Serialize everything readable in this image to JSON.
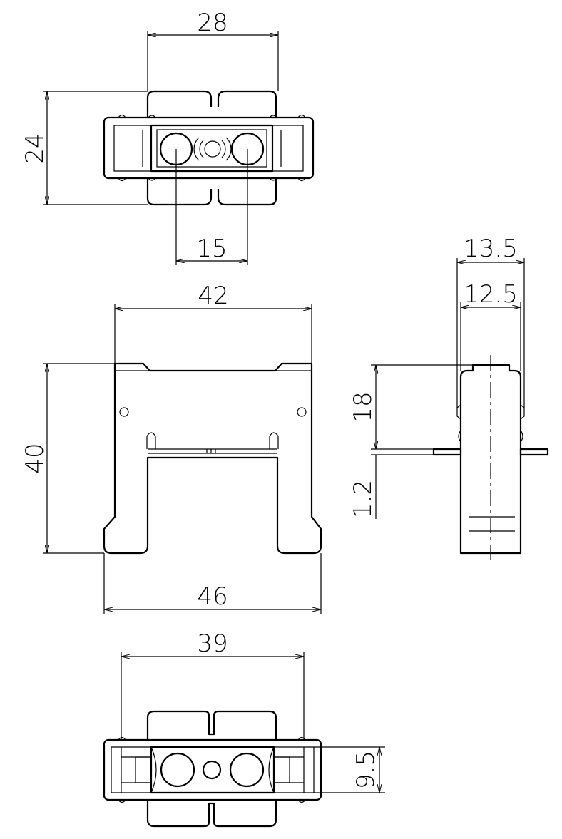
{
  "dimensions": {
    "top_width": "28",
    "top_height": "24",
    "top_pin_pitch": "15",
    "front_top_width": "42",
    "front_height": "40",
    "front_bottom_width": "46",
    "side_width_outer": "13.5",
    "side_width_inner": "12.5",
    "side_height_upper": "18",
    "side_plate_thickness": "1.2",
    "bottom_width": "39",
    "bottom_height": "9.5"
  }
}
